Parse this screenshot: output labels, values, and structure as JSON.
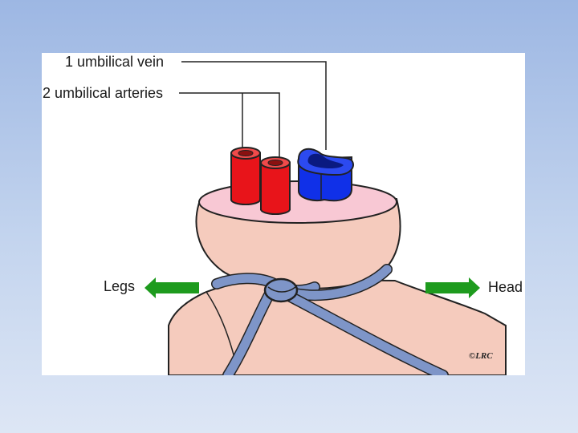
{
  "diagram": {
    "labels": {
      "umbilical_vein": "1 umbilical vein",
      "umbilical_arteries": "2 umbilical arteries",
      "legs": "Legs",
      "head": "Head"
    },
    "signature": "©LRC",
    "colors": {
      "slide_background_top": "#9db7e3",
      "slide_background_bottom": "#dde6f5",
      "panel": "#ffffff",
      "skin": "#f5cbbd",
      "cut_surface": "#f8c8d4",
      "artery": "#e8141a",
      "vein": "#1030e8",
      "tie": "#7e95c8",
      "arrow": "#1e9b1e",
      "leader_line": "#222222"
    }
  }
}
